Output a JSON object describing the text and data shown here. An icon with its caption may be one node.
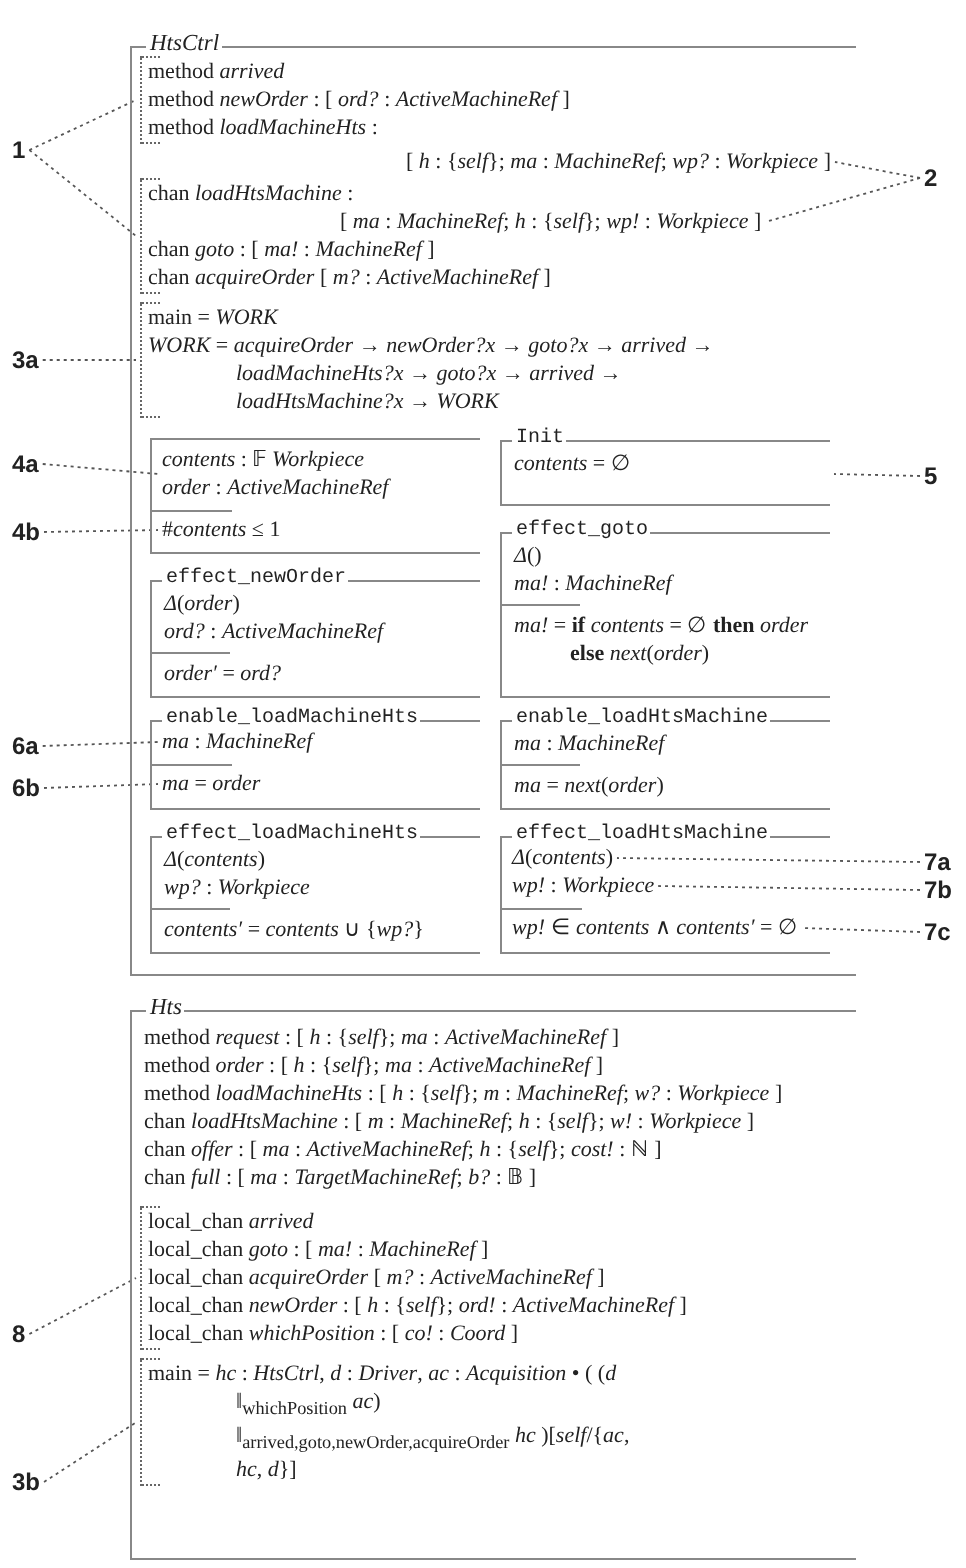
{
  "diagram": {
    "nodes": [
      {
        "text": [
          "HtsCtrl"
        ]
      },
      {
        "text": [
          "method *arrived*",
          "method *newOrder* : [ *ord?* : *ActiveMachineRef* ]",
          "method *loadMachineHts* :"
        ],
        "in": 0
      },
      {
        "text": [
          "[ *h* : {*self*}; *ma* : *MachineRef*; *wp?* : *Workpiece* ]"
        ],
        "in": 0
      },
      {
        "text": [
          "chan *loadHtsMachine* :",
          "chan *goto* : [ *ma!* : *MachineRef* ]",
          "chan *acquireOrder* [ *m?* : *ActiveMachineRef* ]"
        ],
        "in": 0
      },
      {
        "text": [
          "[ *ma* : *MachineRef*; *h* : {*self*}; *wp!* : *Workpiece* ]"
        ],
        "in": 3
      },
      {
        "text": [
          "main = *WORK*",
          "*WORK* = *acquireOrder* → *newOrder?x* → *goto?x* → *arrived* → *loadMachineHts?x* → *goto?x* → *arrived* → *loadHtsMachine?x* → *WORK*"
        ],
        "in": 0
      },
      {
        "text": [],
        "shape": "box",
        "in": 0
      },
      {
        "text": [
          "*contents* : 𝔽 *Workpiece*",
          "*order* : *ActiveMachineRef*"
        ],
        "in": 6
      },
      {
        "text": [
          "#*contents* ≤ 1"
        ],
        "in": 6
      },
      {
        "text": [
          "Init",
          "*contents* = ∅"
        ],
        "in": 0
      },
      {
        "text": [
          "effect_newOrder",
          "*Δ*(*order*)",
          "*ord?* : *ActiveMachineRef*",
          "*order′* = *ord?*"
        ],
        "in": 0
      },
      {
        "text": [
          "effect_goto",
          "*Δ*()",
          "*ma!* : *MachineRef*",
          "*ma!* = **if** *contents* = ∅ **then** *order* **else** *next*(*order*)"
        ],
        "in": 0
      },
      {
        "text": [
          "enable_loadMachineHts"
        ],
        "in": 0
      },
      {
        "text": [
          "*ma* : *MachineRef*"
        ],
        "in": 12
      },
      {
        "text": [
          "*ma* = *order*"
        ],
        "in": 12
      },
      {
        "text": [
          "enable_loadHtsMachine",
          "*ma* : *MachineRef*",
          "*ma* = *next*(*order*)"
        ],
        "in": 0
      },
      {
        "text": [
          "effect_loadMachineHts",
          "*Δ*(*contents*)",
          "*wp?* : *Workpiece*",
          "*contents′* = *contents* ∪ {*wp?*}"
        ],
        "in": 0
      },
      {
        "text": [
          "effect_loadHtsMachine"
        ],
        "in": 0
      },
      {
        "text": [
          "*Δ*(*contents*)"
        ],
        "in": 17
      },
      {
        "text": [
          "*wp!* : *Workpiece*"
        ],
        "in": 17
      },
      {
        "text": [
          "*wp!* ∈ *contents* ∧ *contents′* = ∅"
        ],
        "in": 17
      },
      {
        "text": [
          "Hts",
          "method *request* : [ *h* : {*self*}; *ma* : *ActiveMachineRef* ]",
          "method *order* : [ *h* : {*self*}; *ma* : *ActiveMachineRef* ]",
          "method *loadMachineHts* : [ *h* : {*self*}; *m* : *MachineRef*; *w?* : *Workpiece* ]",
          "chan *loadHtsMachine* : [ *m* : *MachineRef*; *h* : {*self*}; *w!* : *Workpiece* ]",
          "chan *offer* : [ *ma* : *ActiveMachineRef*; *h* : {*self*}; *cost!* : ℕ ]",
          "chan *full* : [ *ma* : *TargetMachineRef*; *b?* : 𝔹 ]"
        ]
      },
      {
        "text": [
          "local_chan *arrived*",
          "local_chan *goto* : [ *ma!* : *MachineRef* ]",
          "local_chan *acquireOrder* [ *m?* : *ActiveMachineRef* ]",
          "local_chan *newOrder* : [ *h* : {*self*}; *ord!* : *ActiveMachineRef* ]",
          "local_chan *whichPosition* : [ *co!* : *Coord* ]"
        ],
        "in": 21
      },
      {
        "text": [
          "main = *hc* : *HtsCtrl*, *d* : *Driver*, *ac* : *Acquisition* • ( (*d* ‖$_{whichPosition}$ *ac*) ‖$_{arrived,goto,newOrder,acquireOrder}$ *hc* )[*self*/{*ac*, *hc*, *d*}]"
        ],
        "in": 21
      },
      {
        "text": [
          "1"
        ]
      },
      {
        "text": [
          "2"
        ]
      },
      {
        "text": [
          "3a"
        ]
      },
      {
        "text": [
          "4a"
        ]
      },
      {
        "text": [
          "4b"
        ]
      },
      {
        "text": [
          "5"
        ]
      },
      {
        "text": [
          "6a"
        ]
      },
      {
        "text": [
          "6b"
        ]
      },
      {
        "text": [
          "7a"
        ]
      },
      {
        "text": [
          "7b"
        ]
      },
      {
        "text": [
          "7c"
        ]
      },
      {
        "text": [
          "8"
        ]
      },
      {
        "text": [
          "3b"
        ]
      }
    ],
    "edges": [
      {
        "from": 24,
        "to": 1,
        "arrow": "none"
      },
      {
        "from": 24,
        "to": 3,
        "arrow": "none"
      },
      {
        "from": 25,
        "to": 2,
        "arrow": "none"
      },
      {
        "from": 25,
        "to": 4,
        "arrow": "none"
      },
      {
        "from": 26,
        "to": 5,
        "arrow": "none"
      },
      {
        "from": 27,
        "to": 7,
        "arrow": "none"
      },
      {
        "from": 28,
        "to": 8,
        "arrow": "none"
      },
      {
        "from": 29,
        "to": 9,
        "arrow": "none"
      },
      {
        "from": 30,
        "to": 13,
        "arrow": "none"
      },
      {
        "from": 31,
        "to": 14,
        "arrow": "none"
      },
      {
        "from": 32,
        "to": 18,
        "arrow": "none"
      },
      {
        "from": 33,
        "to": 19,
        "arrow": "none"
      },
      {
        "from": 34,
        "to": 20,
        "arrow": "none"
      },
      {
        "from": 35,
        "to": 22,
        "arrow": "none"
      },
      {
        "from": 36,
        "to": 23,
        "arrow": "none"
      }
    ]
  }
}
